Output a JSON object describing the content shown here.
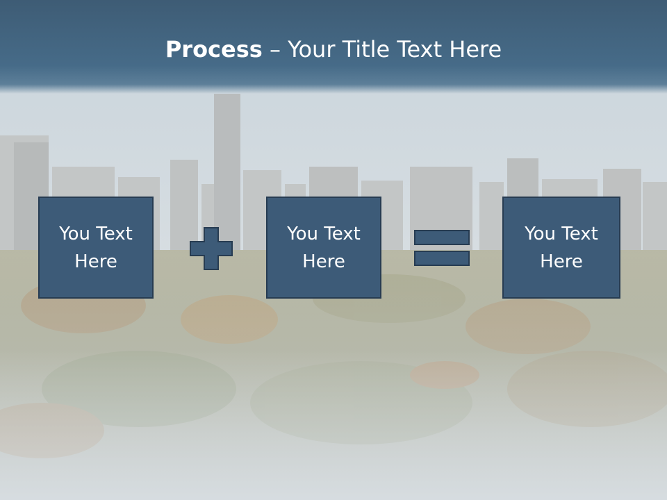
{
  "slide": {
    "title_bold": "Process",
    "title_rest": " – Your Title Text Here",
    "boxes": [
      {
        "text": "You Text Here"
      },
      {
        "text": "You Text Here"
      },
      {
        "text": "You Text Here"
      }
    ],
    "operators": [
      "plus-icon",
      "equals-icon"
    ]
  },
  "colors": {
    "title_band": "#466b88",
    "box_fill": "#3d5b78",
    "box_border": "#273c52",
    "text": "#ffffff"
  }
}
